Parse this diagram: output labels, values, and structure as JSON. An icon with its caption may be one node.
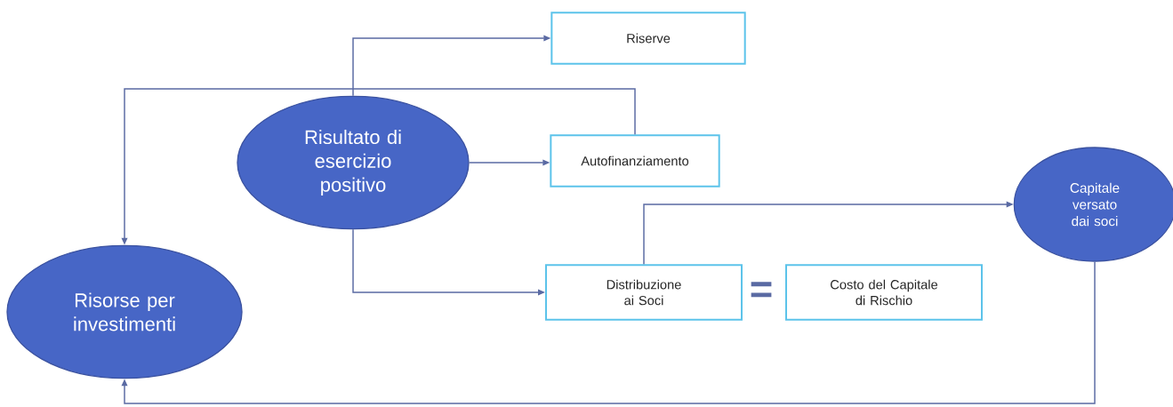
{
  "diagram": {
    "nodes": [
      {
        "text": [
          "Risultato di esercizio positivo"
        ]
      },
      {
        "text": [
          "Riserve"
        ]
      },
      {
        "text": [
          "Autofinanziamento"
        ]
      },
      {
        "text": [
          "Capitale versato dai soci"
        ]
      },
      {
        "text": [
          "Risorse per investimenti"
        ]
      },
      {
        "text": [
          "Distribuzione ai Soci"
        ]
      },
      {
        "text": [
          "Costo del Capitale di Rischio"
        ]
      }
    ],
    "edges": [
      {
        "from": 0,
        "to": 1,
        "arrow": "to"
      },
      {
        "from": 0,
        "to": 2,
        "arrow": "to"
      },
      {
        "from": 0,
        "to": 5,
        "arrow": "to"
      },
      {
        "from": 2,
        "to": 4,
        "arrow": "to"
      },
      {
        "from": 5,
        "to": 3,
        "arrow": "to"
      },
      {
        "from": 3,
        "to": 4,
        "arrow": "to"
      }
    ],
    "labels": [
      "="
    ]
  }
}
